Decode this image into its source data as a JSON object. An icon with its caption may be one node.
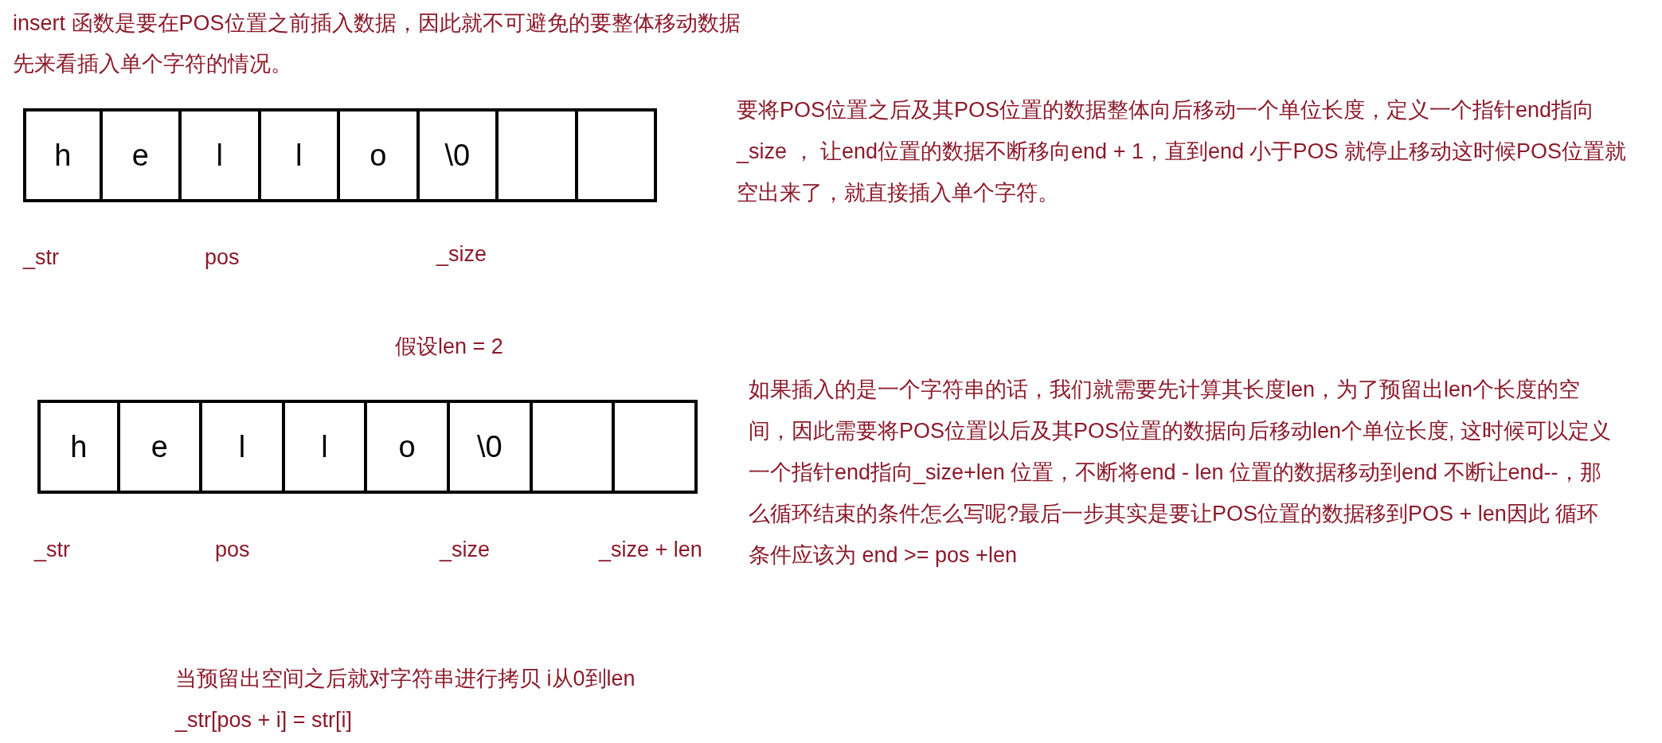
{
  "diagram": {
    "nodes": [
      {
        "text": [
          "h"
        ]
      },
      {
        "text": [
          "e"
        ]
      },
      {
        "text": [
          "l"
        ]
      },
      {
        "text": [
          "l"
        ]
      },
      {
        "text": [
          "o"
        ]
      },
      {
        "text": [
          "\\0"
        ]
      },
      {
        "text": [],
        "shape": "box"
      },
      {
        "text": [],
        "shape": "box"
      },
      {
        "text": [
          "h"
        ]
      },
      {
        "text": [
          "e"
        ]
      },
      {
        "text": [
          "l"
        ]
      },
      {
        "text": [
          "l"
        ]
      },
      {
        "text": [
          "o"
        ]
      },
      {
        "text": [
          "\\0"
        ]
      },
      {
        "text": [],
        "shape": "box"
      },
      {
        "text": [],
        "shape": "box"
      }
    ],
    "labels": [
      "insert 函数是要在POS位置之前插入数据，因此就不可避免的要整体移动数据",
      "先来看插入单个字符的情况。",
      "要将POS位置之后及其POS位置的数据整体向后移动一个单位长度，定义一个指针end指向_size ， 让end位置的数据不断移向end + 1，直到end 小于POS 就停止移动这时候POS位置就空出来了，就直接插入单个字符。",
      "_str",
      "pos",
      "_size",
      "假设len = 2",
      "如果插入的是一个字符串的话，我们就需要先计算其长度len，为了预留出len个长度的空间，因此需要将POS位置以后及其POS位置的数据向后移动len个单位长度, 这时候可以定义一个指针end指向_size+len 位置，不断将end - len 位置的数据移动到end 不断让end--，那么循环结束的条件怎么写呢?最后一步其实是要让POS位置的数据移到POS + len因此 循环条件应该为 end >= pos +len",
      "_str",
      "pos",
      "_size",
      "_size + len",
      "当预留出空间之后就对字符串进行拷贝  i从0到len",
      "_str[pos + i] = str[i]"
    ]
  }
}
